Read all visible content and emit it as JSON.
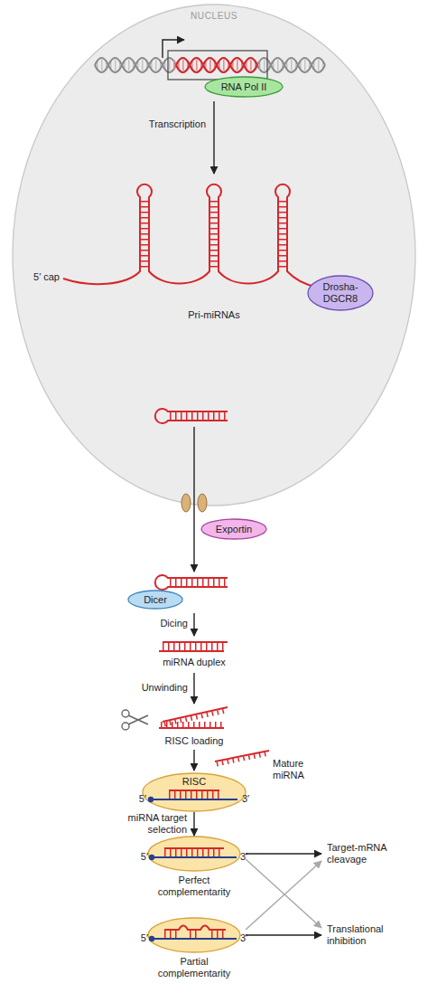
{
  "diagram": {
    "nodes": [
      {
        "text": [
          "NUCLEUS"
        ]
      },
      {
        "text": [
          "RNA Pol II"
        ],
        "in": 0
      },
      {
        "text": [
          "Drosha-DGCR8"
        ],
        "in": 0
      },
      {
        "text": [
          "Exportin"
        ]
      },
      {
        "text": [
          "Dicer"
        ]
      },
      {
        "text": [
          "RISC"
        ]
      },
      {
        "text": [
          "Perfect complementarity"
        ]
      },
      {
        "text": [
          "Partial complementarity"
        ]
      }
    ],
    "edges": [
      {
        "from": 5,
        "to": 6,
        "arrow": "to",
        "label": "miRNA target selection"
      }
    ],
    "labels": [
      "Transcription",
      "5′ cap",
      "Pri-miRNAs",
      "Dicing",
      "miRNA duplex",
      "Unwinding",
      "RISC loading",
      "Mature miRNA",
      "5′",
      "3′",
      "5′",
      "3′",
      "5′",
      "3′",
      "Target-mRNA cleavage",
      "Translational inhibition"
    ]
  }
}
